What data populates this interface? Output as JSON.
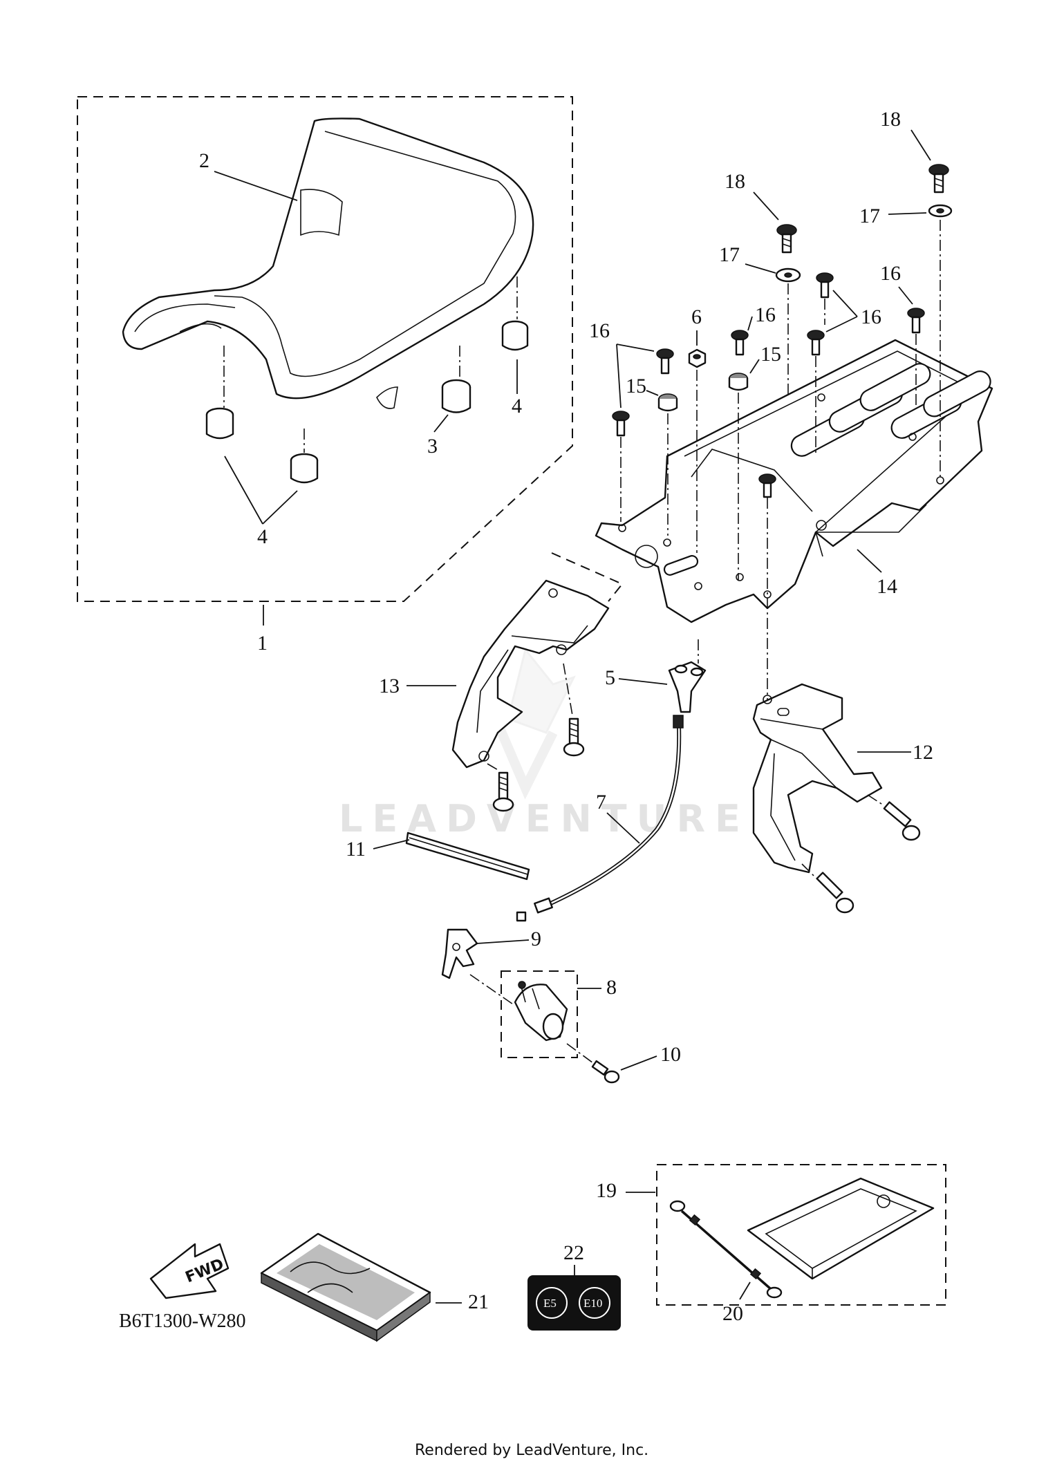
{
  "watermark": "LEADVENTURE",
  "diagram_code": "B6T1300-W280",
  "fwd_label": "FWD",
  "badges": {
    "left": "E5",
    "right": "E10"
  },
  "footer": "Rendered by LeadVenture, Inc.",
  "callouts": {
    "p1": "1",
    "p2": "2",
    "p3": "3",
    "p4a": "4",
    "p4b": "4",
    "p5": "5",
    "p6": "6",
    "p7": "7",
    "p8": "8",
    "p9": "9",
    "p10": "10",
    "p11": "11",
    "p12": "12",
    "p13": "13",
    "p14": "14",
    "p15a": "15",
    "p15b": "15",
    "p16a": "16",
    "p16b": "16",
    "p16c": "16",
    "p16d": "16",
    "p17a": "17",
    "p17b": "17",
    "p18a": "18",
    "p18b": "18",
    "p19": "19",
    "p20": "20",
    "p21": "21",
    "p22": "22"
  }
}
